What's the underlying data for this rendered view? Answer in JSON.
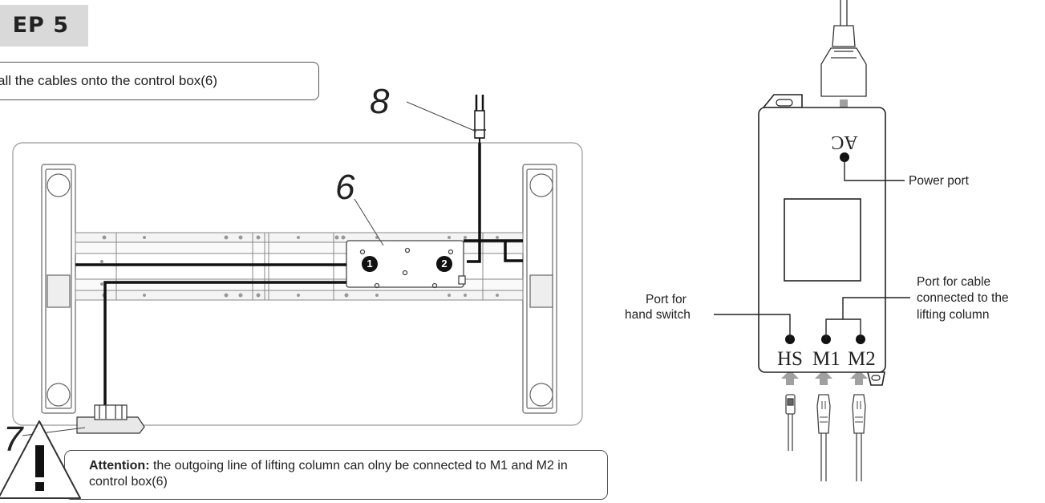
{
  "step": {
    "label": "EP 5"
  },
  "instruction": {
    "text": "all the cables onto the control box(6)"
  },
  "callouts": {
    "n6": "6",
    "n7": "7",
    "n8": "8"
  },
  "control_box_markers": {
    "m1": "1",
    "m2": "2"
  },
  "attention": {
    "prefix": "Attention:",
    "text": " the outgoing line of lifting column can olny be connected to M1 and M2 in control box(6)"
  },
  "port_diagram": {
    "ac_label": "AC",
    "port_codes": {
      "hs": "HS",
      "m1": "M1",
      "m2": "M2"
    },
    "power_port_label": "Power port",
    "hand_switch_label_line1": "Port for",
    "hand_switch_label_line2": "hand switch",
    "lifting_label_line1": "Port for cable",
    "lifting_label_line2": "connected to the",
    "lifting_label_line3": "lifting column"
  },
  "colors": {
    "badge": "#d9d9d9",
    "arrow": "#a0a0a0",
    "line": "#222222"
  }
}
